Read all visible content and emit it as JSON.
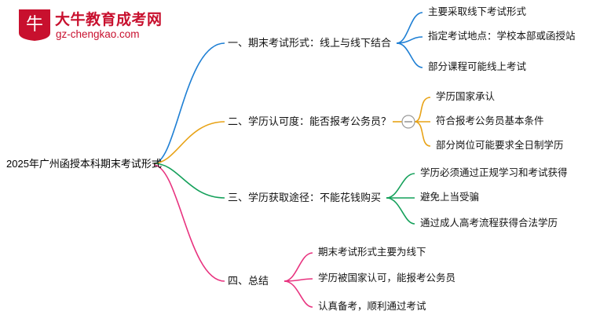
{
  "logo": {
    "badge_char": "牛",
    "title": "大牛教育成考网",
    "subtitle": "gz-chengkao.com",
    "brand_color": "#C8102E"
  },
  "mindmap": {
    "root": "2025年广州函授本科期末考试形式",
    "colors": {
      "branch1": "#1E7FD4",
      "branch2": "#E8A317",
      "branch3": "#14A05A",
      "branch4": "#E8337F"
    },
    "branches": [
      {
        "label": "一、期末考试形式：线上与线下结合",
        "color": "#1E7FD4",
        "children": [
          "主要采取线下考试形式",
          "指定考试地点：学校本部或函授站",
          "部分课程可能线上考试"
        ]
      },
      {
        "label": "二、学历认可度：能否报考公务员？",
        "color": "#E8A317",
        "children": [
          "学历国家承认",
          "符合报考公务员基本条件",
          "部分岗位可能要求全日制学历"
        ]
      },
      {
        "label": "三、学历获取途径：不能花钱购买",
        "color": "#14A05A",
        "children": [
          "学历必须通过正规学习和考试获得",
          "避免上当受骗",
          "通过成人高考流程获得合法学历"
        ]
      },
      {
        "label": "四、总结",
        "color": "#E8337F",
        "children": [
          "期末考试形式主要为线下",
          "学历被国家认可，能报考公务员",
          "认真备考，顺利通过考试"
        ]
      }
    ]
  }
}
